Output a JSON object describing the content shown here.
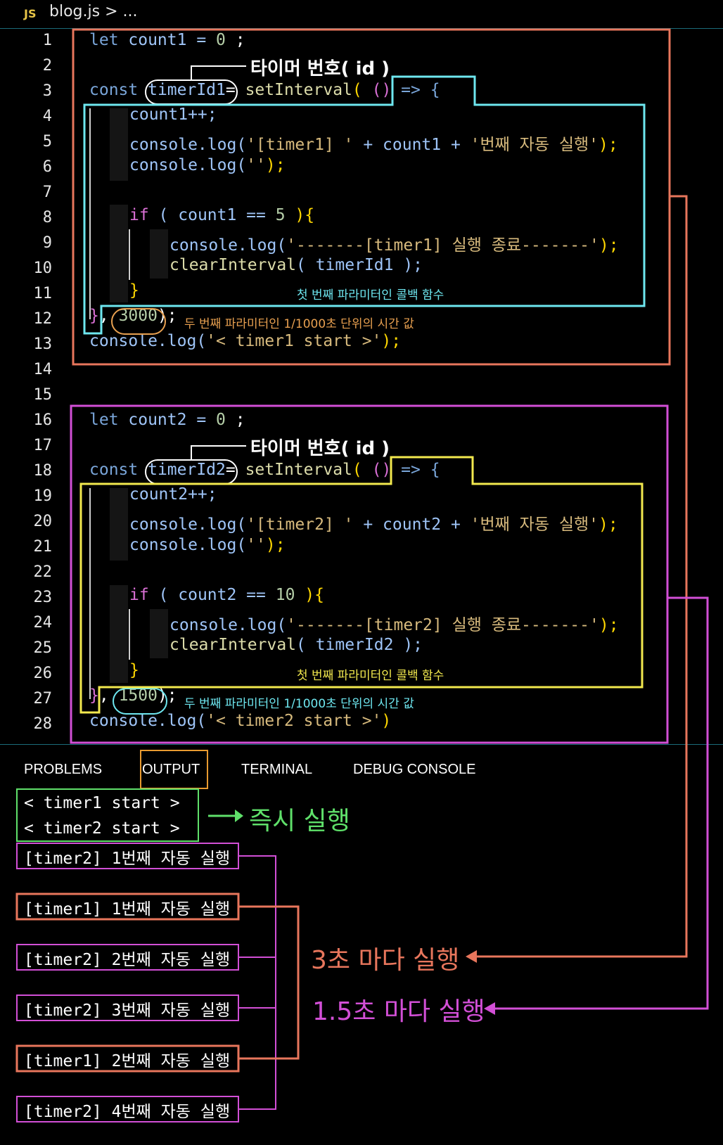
{
  "editor": {
    "lang_badge": "JS",
    "breadcrumb": "blog.js > ...",
    "line_numbers": [
      "1",
      "2",
      "3",
      "4",
      "5",
      "6",
      "7",
      "8",
      "9",
      "10",
      "11",
      "12",
      "13",
      "14",
      "15",
      "16",
      "17",
      "18",
      "19",
      "20",
      "21",
      "22",
      "23",
      "24",
      "25",
      "26",
      "27",
      "28"
    ],
    "block1": {
      "l1": [
        "let",
        " count1 = ",
        "0",
        " ;"
      ],
      "l3": [
        "const ",
        "timerId1",
        "= ",
        "setInterval",
        "( ",
        "()",
        " => {"
      ],
      "l4": "count1++;",
      "l5": [
        "console.log(",
        "'[timer1] '",
        " + count1 + ",
        "'번째 자동 실행'",
        ");"
      ],
      "l6": [
        "console.log(",
        "''",
        ");"
      ],
      "l8": [
        "if",
        " ( count1 == ",
        "5",
        " ){"
      ],
      "l9": [
        "console.log(",
        "'-------[timer1] 실행 종료-------'",
        ");"
      ],
      "l10": [
        "clearInterval",
        "( timerId1 );"
      ],
      "l11": "}",
      "l12": [
        "}",
        ", ",
        "3000",
        ");"
      ],
      "l13": [
        "console.log(",
        "'< timer1 start >'",
        ");"
      ]
    },
    "block2": {
      "l16": [
        "let",
        " count2 = ",
        "0",
        " ;"
      ],
      "l18": [
        "const ",
        "timerId2",
        "= ",
        "setInterval",
        "( ",
        "()",
        " => {"
      ],
      "l19": "count2++;",
      "l20": [
        "console.log(",
        "'[timer2] '",
        " + count2 + ",
        "'번째 자동 실행'",
        ");"
      ],
      "l21": [
        "console.log(",
        "''",
        ");"
      ],
      "l23": [
        "if",
        " ( count2 == ",
        "10",
        " ){"
      ],
      "l24": [
        "console.log(",
        "'-------[timer2] 실행 종료-------'",
        ");"
      ],
      "l25": [
        "clearInterval",
        "( timerId2 );"
      ],
      "l26": "}",
      "l27": [
        "}",
        ", ",
        "1500",
        ");"
      ],
      "l28": [
        "console.log(",
        "'< timer2 start >'",
        ")"
      ]
    },
    "annotations": {
      "timer_id_1": "타이머 번호( id )",
      "timer_id_2": "타이머 번호( id )",
      "callback_1": "첫 번째 파라미터인 콜백 함수",
      "callback_2": "첫 번째 파라미터인 콜백 함수",
      "time_1": "두 번째 파라미터인 1/1000초 단위의 시간 값",
      "time_2": "두 번째 파라미터인 1/1000초 단위의 시간 값"
    }
  },
  "panel": {
    "tabs": [
      "PROBLEMS",
      "OUTPUT",
      "TERMINAL",
      "DEBUG CONSOLE"
    ],
    "active_tab": "OUTPUT",
    "immediate": [
      "< timer1 start >",
      "< timer2 start >"
    ],
    "immediate_label": "즉시 실행",
    "logs": [
      "[timer2] 1번째 자동 실행",
      "[timer1] 1번째 자동 실행",
      "[timer2] 2번째 자동 실행",
      "[timer2] 3번째 자동 실행",
      "[timer1] 2번째 자동 실행",
      "[timer2] 4번째 자동 실행"
    ],
    "label_3s": "3초 마다 실행",
    "label_1_5s": "1.5초 마다 실행"
  },
  "colors": {
    "timer1": "#e8765c",
    "timer2": "#d24fd6",
    "callback1": "#6ee7f0",
    "callback2": "#f2e94e",
    "immediate": "#5fe06a"
  }
}
